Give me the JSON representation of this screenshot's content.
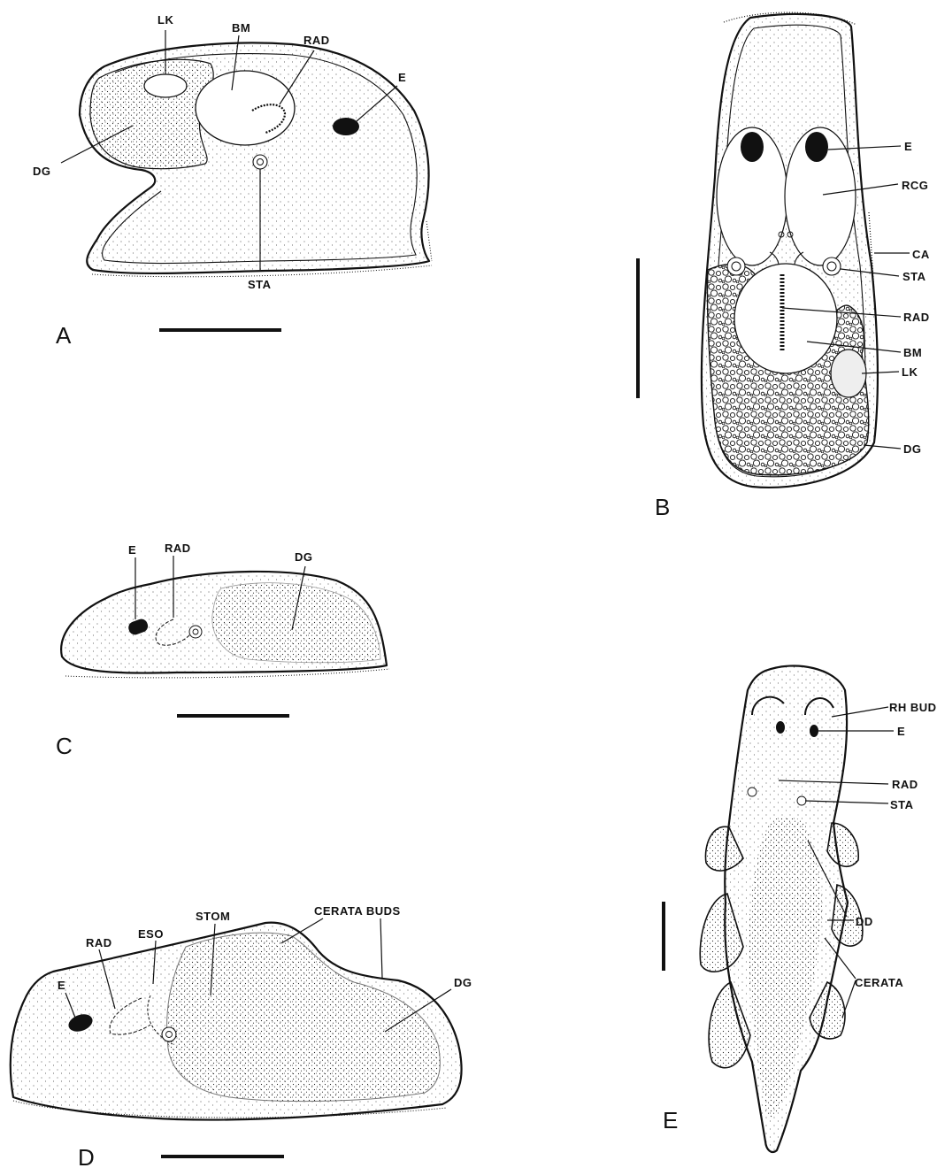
{
  "panels": {
    "A": {
      "letter": "A",
      "labels": {
        "lk": "LK",
        "bm": "BM",
        "rad": "RAD",
        "e": "E",
        "dg": "DG",
        "sta": "STA"
      }
    },
    "B": {
      "letter": "B",
      "labels": {
        "e": "E",
        "rcg": "RCG",
        "ca": "CA",
        "sta": "STA",
        "rad": "RAD",
        "bm": "BM",
        "lk": "LK",
        "dg": "DG"
      }
    },
    "C": {
      "letter": "C",
      "labels": {
        "e": "E",
        "rad": "RAD",
        "dg": "DG"
      }
    },
    "D": {
      "letter": "D",
      "labels": {
        "e": "E",
        "rad": "RAD",
        "eso": "ESO",
        "stom": "STOM",
        "cerata_buds": "CERATA BUDS",
        "dg": "DG"
      }
    },
    "E": {
      "letter": "E",
      "labels": {
        "rh_bud": "RH BUD",
        "e": "E",
        "rad": "RAD",
        "sta": "STA",
        "dd": "DD",
        "cerata": "CERATA"
      }
    }
  },
  "colors": {
    "ink": "#111111",
    "paper": "#ffffff",
    "stipple": "#333333"
  }
}
